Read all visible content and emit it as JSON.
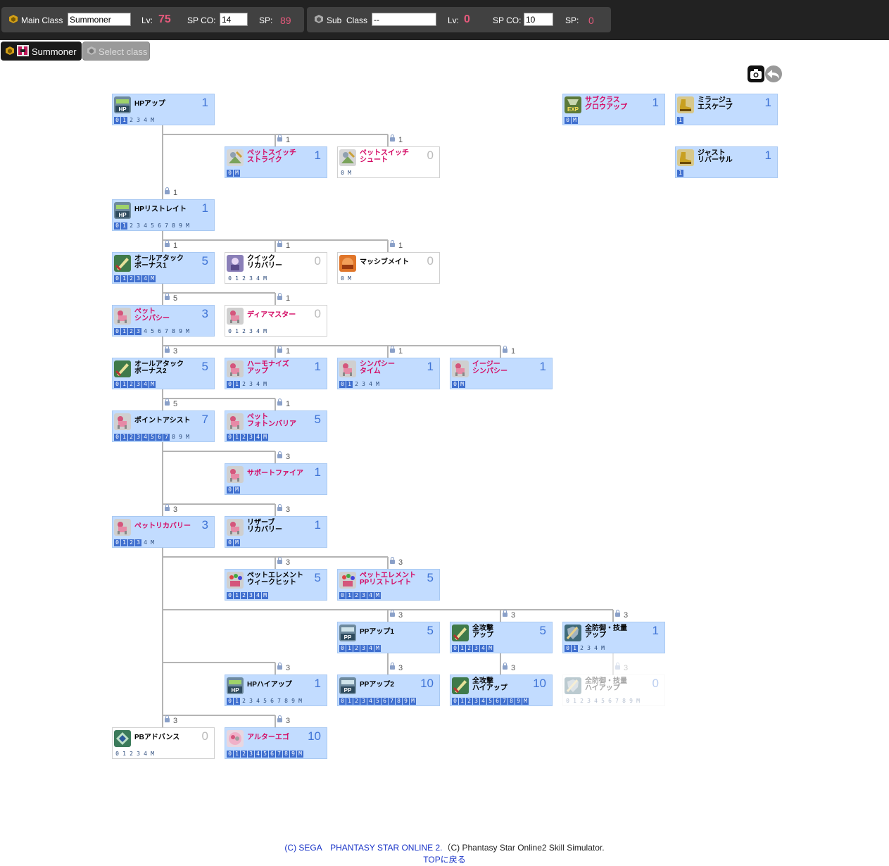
{
  "header": {
    "main": {
      "label": "Main Class",
      "class_value": "Summoner",
      "lv_label": "Lv:",
      "lv": "75",
      "spco_label": "SP CO:",
      "spco": "14",
      "sp_label": "SP:",
      "sp": "89"
    },
    "sub": {
      "label": "Sub  Class",
      "class_value": "--",
      "lv_label": "Lv:",
      "lv": "0",
      "spco_label": "SP CO:",
      "spco": "10",
      "sp_label": "SP:",
      "sp": "0"
    }
  },
  "tabs": {
    "main": "Summoner",
    "sub": "Select class"
  },
  "toolbar": {
    "camera_icon": "camera-icon",
    "undo_icon": "undo-arrow-icon"
  },
  "skills": [
    {
      "id": "hp-up",
      "name": "HPアップ",
      "level": "1",
      "dots": [
        "0",
        "1",
        "2",
        "3",
        "4",
        "M"
      ],
      "filled": 2,
      "icon": "hp-icon",
      "style": "on"
    },
    {
      "id": "subclass-grow-up",
      "name": "サブクラス\nグロウアップ",
      "level": "1",
      "dots": [
        "0",
        "M"
      ],
      "filled": 2,
      "icon": "exp-icon",
      "style": "on",
      "pet": true
    },
    {
      "id": "mirage-escape",
      "name": "ミラージュ\nエスケープ",
      "level": "1",
      "dots": [
        "1"
      ],
      "filled": 1,
      "icon": "boot-icon",
      "style": "on"
    },
    {
      "id": "pet-switch-strike",
      "name": "ペットスイッチ\nストライク",
      "level": "1",
      "dots": [
        "0",
        "M"
      ],
      "filled": 2,
      "icon": "pet-switch-icon",
      "style": "on",
      "pet": true
    },
    {
      "id": "pet-switch-shoot",
      "name": "ペットスイッチ\nシュート",
      "level": "0",
      "dots": [
        "0",
        "M"
      ],
      "filled": 0,
      "icon": "pet-switch-icon",
      "style": "off",
      "pet": true
    },
    {
      "id": "just-reversal",
      "name": "ジャスト\nリバーサル",
      "level": "1",
      "dots": [
        "1"
      ],
      "filled": 1,
      "icon": "boot-icon",
      "style": "on"
    },
    {
      "id": "hp-restrate",
      "name": "HPリストレイト",
      "level": "1",
      "dots": [
        "0",
        "1",
        "2",
        "3",
        "4",
        "5",
        "6",
        "7",
        "8",
        "9",
        "M"
      ],
      "filled": 2,
      "icon": "hp-icon",
      "style": "on"
    },
    {
      "id": "all-attack-bonus-1",
      "name": "オールアタック\nボーナス1",
      "level": "5",
      "dots": [
        "0",
        "1",
        "2",
        "3",
        "4",
        "M"
      ],
      "filled": 6,
      "icon": "attack-icon",
      "style": "on"
    },
    {
      "id": "quick-recovery",
      "name": "クイック\nリカバリー",
      "level": "0",
      "dots": [
        "0",
        "1",
        "2",
        "3",
        "4",
        "M"
      ],
      "filled": 0,
      "icon": "recovery-icon",
      "style": "off"
    },
    {
      "id": "massive-mate",
      "name": "マッシブメイト",
      "level": "0",
      "dots": [
        "0",
        "M"
      ],
      "filled": 0,
      "icon": "massive-icon",
      "style": "off"
    },
    {
      "id": "pet-sympathy",
      "name": "ペット\nシンパシー",
      "level": "3",
      "dots": [
        "0",
        "1",
        "2",
        "3",
        "4",
        "5",
        "6",
        "7",
        "8",
        "9",
        "M"
      ],
      "filled": 4,
      "icon": "pet-icon",
      "style": "on",
      "pet": true
    },
    {
      "id": "dear-master",
      "name": "ディアマスター",
      "level": "0",
      "dots": [
        "0",
        "1",
        "2",
        "3",
        "4",
        "M"
      ],
      "filled": 0,
      "icon": "pet-icon",
      "style": "off",
      "pet": true
    },
    {
      "id": "all-attack-bonus-2",
      "name": "オールアタック\nボーナス2",
      "level": "5",
      "dots": [
        "0",
        "1",
        "2",
        "3",
        "4",
        "M"
      ],
      "filled": 6,
      "icon": "attack-icon",
      "style": "on"
    },
    {
      "id": "harmonize-up",
      "name": "ハーモナイズ\nアップ",
      "level": "1",
      "dots": [
        "0",
        "1",
        "2",
        "3",
        "4",
        "M"
      ],
      "filled": 2,
      "icon": "pet-icon",
      "style": "on",
      "pet": true
    },
    {
      "id": "sympathy-time",
      "name": "シンパシー\nタイム",
      "level": "1",
      "dots": [
        "0",
        "1",
        "2",
        "3",
        "4",
        "M"
      ],
      "filled": 2,
      "icon": "pet-icon",
      "style": "on",
      "pet": true
    },
    {
      "id": "easy-sympathy",
      "name": "イージー\nシンパシー",
      "level": "1",
      "dots": [
        "0",
        "M"
      ],
      "filled": 2,
      "icon": "pet-icon",
      "style": "on",
      "pet": true
    },
    {
      "id": "point-assist",
      "name": "ポイントアシスト",
      "level": "7",
      "dots": [
        "0",
        "1",
        "2",
        "3",
        "4",
        "5",
        "6",
        "7",
        "8",
        "9",
        "M"
      ],
      "filled": 8,
      "icon": "pet-icon",
      "style": "on"
    },
    {
      "id": "pet-photon-barrier",
      "name": "ペット\nフォトンバリア",
      "level": "5",
      "dots": [
        "0",
        "1",
        "2",
        "3",
        "4",
        "M"
      ],
      "filled": 6,
      "icon": "pet-icon",
      "style": "on",
      "pet": true
    },
    {
      "id": "support-fire",
      "name": "サポートファイア",
      "level": "1",
      "dots": [
        "0",
        "M"
      ],
      "filled": 2,
      "icon": "pet-icon",
      "style": "on",
      "pet": true
    },
    {
      "id": "pet-recovery",
      "name": "ペットリカバリー",
      "level": "3",
      "dots": [
        "0",
        "1",
        "2",
        "3",
        "4",
        "M"
      ],
      "filled": 4,
      "icon": "pet-icon",
      "style": "on",
      "pet": true
    },
    {
      "id": "reserve-recovery",
      "name": "リザーブ\nリカバリー",
      "level": "1",
      "dots": [
        "0",
        "M"
      ],
      "filled": 2,
      "icon": "pet-icon",
      "style": "on"
    },
    {
      "id": "pet-element-weak-hit",
      "name": "ペットエレメント\nウィークヒット",
      "level": "5",
      "dots": [
        "0",
        "1",
        "2",
        "3",
        "4",
        "M"
      ],
      "filled": 6,
      "icon": "pet-element-icon",
      "style": "on"
    },
    {
      "id": "pet-element-pp-restrate",
      "name": "ペットエレメント\nPPリストレイト",
      "level": "5",
      "dots": [
        "0",
        "1",
        "2",
        "3",
        "4",
        "M"
      ],
      "filled": 6,
      "icon": "pet-element-icon",
      "style": "on",
      "pet": true
    },
    {
      "id": "pp-up-1",
      "name": "PPアップ1",
      "level": "5",
      "dots": [
        "0",
        "1",
        "2",
        "3",
        "4",
        "M"
      ],
      "filled": 6,
      "icon": "pp-icon",
      "style": "on"
    },
    {
      "id": "all-attack-up",
      "name": "全攻撃\nアップ",
      "level": "5",
      "dots": [
        "0",
        "1",
        "2",
        "3",
        "4",
        "M"
      ],
      "filled": 6,
      "icon": "attack-icon",
      "style": "on"
    },
    {
      "id": "all-defense-up",
      "name": "全防御・技量\nアップ",
      "level": "1",
      "dots": [
        "0",
        "1",
        "2",
        "3",
        "4",
        "M"
      ],
      "filled": 2,
      "icon": "defense-icon",
      "style": "on"
    },
    {
      "id": "hp-high-up",
      "name": "HPハイアップ",
      "level": "1",
      "dots": [
        "0",
        "1",
        "2",
        "3",
        "4",
        "5",
        "6",
        "7",
        "8",
        "9",
        "M"
      ],
      "filled": 2,
      "icon": "hp-icon",
      "style": "on"
    },
    {
      "id": "pp-up-2",
      "name": "PPアップ2",
      "level": "10",
      "dots": [
        "0",
        "1",
        "2",
        "3",
        "4",
        "5",
        "6",
        "7",
        "8",
        "9",
        "M"
      ],
      "filled": 11,
      "icon": "pp-icon",
      "style": "on"
    },
    {
      "id": "all-attack-high-up",
      "name": "全攻撃\nハイアップ",
      "level": "10",
      "dots": [
        "0",
        "1",
        "2",
        "3",
        "4",
        "5",
        "6",
        "7",
        "8",
        "9",
        "M"
      ],
      "filled": 11,
      "icon": "attack-icon",
      "style": "on"
    },
    {
      "id": "all-defense-high-up",
      "name": "全防御・技量\nハイアップ",
      "level": "0",
      "dots": [
        "0",
        "1",
        "2",
        "3",
        "4",
        "5",
        "6",
        "7",
        "8",
        "9",
        "M"
      ],
      "filled": 0,
      "icon": "defense-icon",
      "style": "dim"
    },
    {
      "id": "pb-advance",
      "name": "PBアドバンス",
      "level": "0",
      "dots": [
        "0",
        "1",
        "2",
        "3",
        "4",
        "M"
      ],
      "filled": 0,
      "icon": "pb-icon",
      "style": "off"
    },
    {
      "id": "alter-ego",
      "name": "アルターエゴ",
      "level": "10",
      "dots": [
        "0",
        "1",
        "2",
        "3",
        "4",
        "5",
        "6",
        "7",
        "8",
        "9",
        "M"
      ],
      "filled": 11,
      "icon": "alter-ego-icon",
      "style": "on",
      "pet": true
    }
  ],
  "locks": [
    "1",
    "1",
    "1",
    "1",
    "1",
    "1",
    "5",
    "1",
    "3",
    "1",
    "1",
    "1",
    "5",
    "1",
    "3",
    "3",
    "3",
    "3",
    "3",
    "3",
    "3",
    "3",
    "3",
    "3",
    "3",
    "3",
    "3"
  ],
  "footer": {
    "copyright_1": "(C) SEGA　PHANTASY STAR ONLINE 2.",
    "copyright_2": "（C) Phantasy Star Online2 Skill Simulator.",
    "top_link": "TOPに戻る"
  }
}
